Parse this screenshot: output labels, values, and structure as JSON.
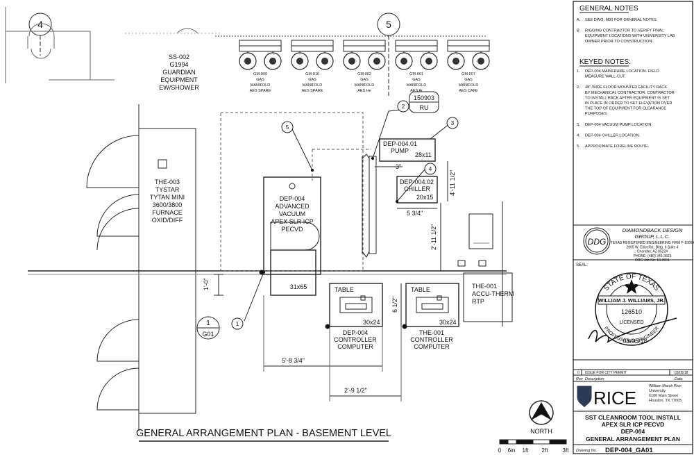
{
  "grid": {
    "left": "4",
    "right": "5"
  },
  "safety_shower": {
    "tag": "SS-002",
    "model": "G1994",
    "name1": "GUARDIAN",
    "name2": "EQUIPMENT",
    "name3": "EW/SHOWER"
  },
  "manifolds": [
    {
      "l1": "GM-009",
      "l2": "GAS",
      "l3": "MANIFOLD",
      "l4": "AES SPARE"
    },
    {
      "l1": "GM-010",
      "l2": "GAS",
      "l3": "MANIFOLD",
      "l4": "AES SPARE"
    },
    {
      "l1": "GM-002",
      "l2": "GAS",
      "l3": "MANIFOLD",
      "l4": "AES He"
    },
    {
      "l1": "GM-001",
      "l2": "GAS",
      "l3": "MANIFOLD",
      "l4": "AES Ar"
    },
    {
      "l1": "GM-007",
      "l2": "GAS",
      "l3": "MANIFOLD",
      "l4": "AES CAFE"
    }
  ],
  "furnace": {
    "l1": "THE-003",
    "l2": "TYSTAR",
    "l3": "TYTAN MINI",
    "l4": "3600/3800",
    "l5": "FURNACE",
    "l6": "OXID/DIFF"
  },
  "tool": {
    "l1": "DEP-004",
    "l2": "ADVANCED",
    "l3": "VACUUM",
    "l4": "APEX SLR ICP",
    "l5": "PECVD",
    "size": "31x65"
  },
  "pump": {
    "l1": "DEP-004.01",
    "l2": "PUMP",
    "size": "28x11"
  },
  "chiller": {
    "l1": "DEP-004.02",
    "l2": "CHILLER",
    "size": "20x15"
  },
  "ru": {
    "num": "150903",
    "unit": "RU"
  },
  "tables": [
    {
      "label": "TABLE",
      "size": "30x24",
      "n1": "DEP-004",
      "n2": "CONTROLLER",
      "n3": "COMPUTER"
    },
    {
      "label": "TABLE",
      "size": "30x24",
      "n1": "THE-001",
      "n2": "CONTROLLER",
      "n3": "COMPUTER"
    }
  ],
  "therm": {
    "l1": "THE-001",
    "l2": "ACCU-THERM",
    "l3": "RTP"
  },
  "dims": {
    "d1": "3\"",
    "d2": "4'-11 1/2\"",
    "d3": "5 3/4\"",
    "d4": "2'-11 1/2\"",
    "d5": "1'-0\"",
    "d6": "6 1/2\"",
    "d7": "5'-8 3/4\"",
    "d8": "2'-9 1/2\""
  },
  "bubbles": [
    "1",
    "2",
    "3",
    "4",
    "5"
  ],
  "section_ref": {
    "num": "1",
    "sheet": "G01"
  },
  "plan_title": "GENERAL ARRANGEMENT PLAN - BASEMENT LEVEL",
  "north": "NORTH",
  "scale": {
    "t0": "0",
    "t1": "6in",
    "t2": "1ft",
    "t3": "2ft",
    "t4": "3ft"
  },
  "general_notes": {
    "title": "GENERAL NOTES",
    "items": [
      {
        "tag": "A.",
        "lines": [
          "SEE DWG. M00 FOR GENERAL NOTES."
        ]
      },
      {
        "tag": "B.",
        "lines": [
          "RIGGING CONTRACTOR TO VERIFY FINAL",
          "EQUIPMENT LOCATIONS WITH UNIVERSITY LAB",
          "OWNER PRIOR TO CONSTRUCTION."
        ]
      }
    ]
  },
  "keyed_notes": {
    "title": "KEYED NOTES:",
    "items": [
      {
        "tag": "1.",
        "lines": [
          "DEP-004 MAINFRAME LOCATION. FIELD",
          "MEASURE WALL-CUT."
        ]
      },
      {
        "tag": "2.",
        "lines": [
          "48\"-WIDE FLOOR MOUNTED FACILITY RACK",
          "BY MECHANICAL CONTRACTOR. CONTRACTOR",
          "TO INSTALL RACK AFTER EQUIPMENT IS SET",
          "IN PLACE IN ORDER TO SET ELEVATION OVER",
          "THE TOP OF EQUIPMENT FOR CLEARANCE",
          "PURPOSES."
        ]
      },
      {
        "tag": "3.",
        "lines": [
          "DEP-004 VACUUM PUMP LOCATION."
        ]
      },
      {
        "tag": "4.",
        "lines": [
          "DEP-004 CHILLER LOCATION."
        ]
      },
      {
        "tag": "5.",
        "lines": [
          "APPROXIMATE FORELINE ROUTE."
        ]
      }
    ]
  },
  "firm": {
    "logo": "DDG",
    "name1": "DIAMONDBACK DESIGN",
    "name2": "GROUP, L.L.C.",
    "lines": [
      "TEXAS REGISTERED ENGINEERING FIRM F-19069",
      "2995 W. Elliot Rd., Bldg. 6 Suite 4",
      "Chandler, AZ 85224",
      "PHONE: (480) 345-3663",
      "DDG Job No. 18-0001"
    ]
  },
  "seal": {
    "label": "SEAL:",
    "top": "STATE OF TEXAS",
    "name": "WILLIAM J. WILLIAMS, JR.",
    "number": "126510",
    "bottom1": "LICENSED",
    "bottom2": "PROFESSIONAL ENGINEER",
    "date": "03/05/18"
  },
  "revisions": {
    "row": {
      "rev": "0",
      "desc": "ISSUE FOR CITY PERMIT",
      "date": "03/05/18"
    },
    "h_rev": "Rev",
    "h_desc": "Description",
    "h_date": "Date"
  },
  "client": {
    "logo": "RICE",
    "lines": [
      "William Marsh Rice",
      "University",
      "6100 Main Street",
      "Houston, TX 77005"
    ]
  },
  "project": {
    "l1": "SST CLEANROOM TOOL INSTALL",
    "l2": "APEX SLR ICP PECVD",
    "l3": "DEP-004",
    "l4": "GENERAL ARRANGEMENT PLAN"
  },
  "drawing": {
    "label": "Drawing No.",
    "number": "DEP-004_GA01"
  }
}
